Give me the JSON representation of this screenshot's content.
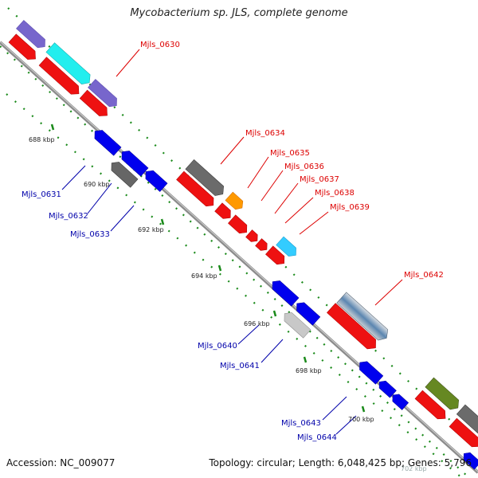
{
  "title": "Mycobacterium sp. JLS, complete genome",
  "footer": {
    "accession": "Accession: NC_009077",
    "summary": "Topology: circular; Length: 6,048,425 bp; Genes: 5,796"
  },
  "colors": {
    "backbone": "#8c8c8c",
    "tick": "#1a8a1a",
    "forward_label": "#dd0000",
    "reverse_label": "#0000aa"
  },
  "ticks": [
    {
      "label": "688 kbp"
    },
    {
      "label": "690 kbp"
    },
    {
      "label": "692 kbp"
    },
    {
      "label": "694 kbp"
    },
    {
      "label": "696 kbp"
    },
    {
      "label": "698 kbp"
    },
    {
      "label": "700 kbp"
    },
    {
      "label": "702 kbp"
    }
  ],
  "gene_labels": {
    "forward": [
      "Mjls_0630",
      "Mjls_0634",
      "Mjls_0635",
      "Mjls_0636",
      "Mjls_0637",
      "Mjls_0638",
      "Mjls_0639",
      "Mjls_0642"
    ],
    "reverse": [
      "Mjls_0631",
      "Mjls_0632",
      "Mjls_0633",
      "Mjls_0640",
      "Mjls_0641",
      "Mjls_0643",
      "Mjls_0644"
    ]
  }
}
